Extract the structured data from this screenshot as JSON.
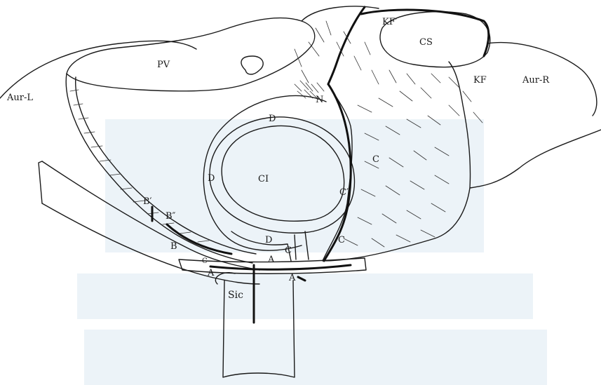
{
  "figure": {
    "labels": {
      "pv": "PV",
      "cs": "CS",
      "kf_prime": "KF′",
      "kf": "KF",
      "aur_l": "Aur-L",
      "aur_r": "Aur-R",
      "n": "N",
      "d_top": "D",
      "d_left": "D",
      "d_bottom": "D",
      "ci": "CI",
      "c_right": "C",
      "c_prime": "C′",
      "c_lower_right": "C",
      "c_bottom": "C",
      "b_prime": "B′",
      "b_double_prime": "B″",
      "b": "B",
      "a_left_small": "C",
      "a_left": "A",
      "a_center": "A",
      "a_bottom": "A",
      "sic": "Sic"
    }
  },
  "colors": {
    "ink": "#1a1a1a",
    "watermark": "#dce9f2",
    "paper": "#ffffff"
  }
}
